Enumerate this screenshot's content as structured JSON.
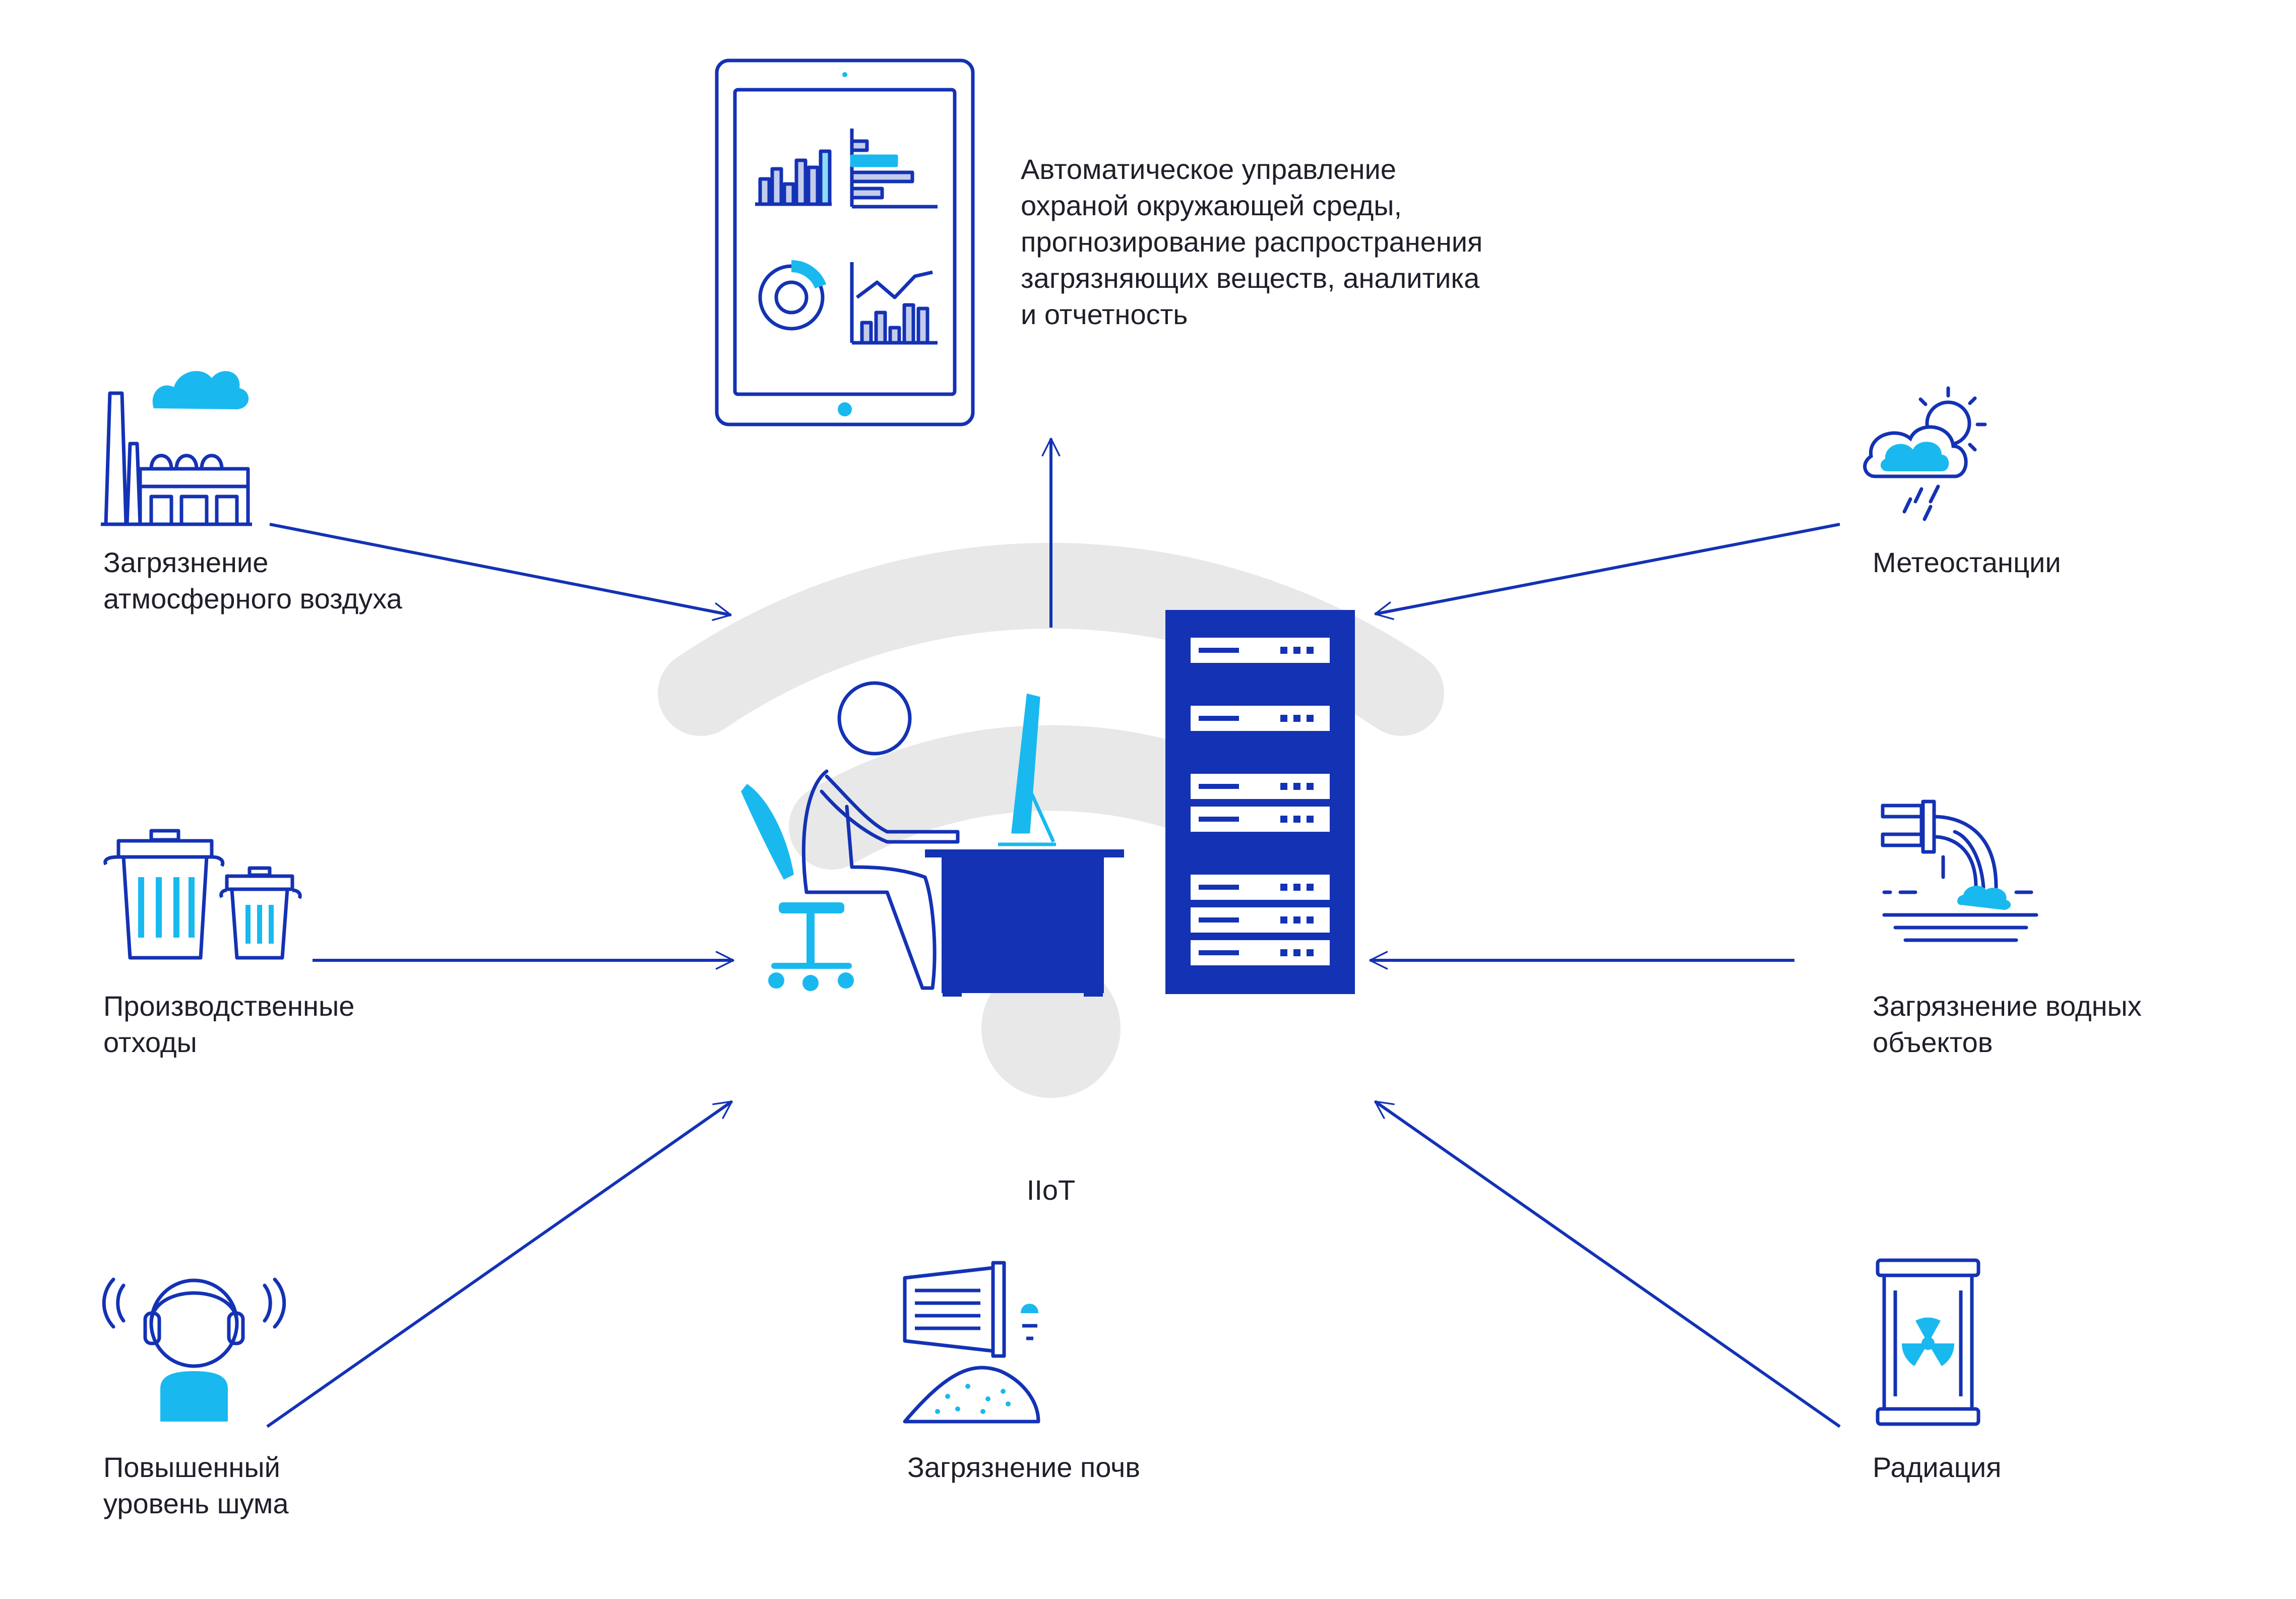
{
  "colors": {
    "primary": "#1432b4",
    "accent": "#19b9f0",
    "wifi": "#e8e8e8",
    "text": "#1f1f2b"
  },
  "center": {
    "label": "IIoT"
  },
  "nodes": {
    "tablet": {
      "icon": "tablet-dashboard-icon",
      "label": "Автоматическое управление\nохраной окружающей среды,\nпрогнозирование распространения\nзагрязняющих веществ, аналитика\nи отчетность"
    },
    "air": {
      "icon": "factory-smoke-icon",
      "label": "Загрязнение\nатмосферного воздуха"
    },
    "waste": {
      "icon": "trash-bins-icon",
      "label": "Производственные\nотходы"
    },
    "noise": {
      "icon": "headphones-person-icon",
      "label": "Повышенный\nуровень шума"
    },
    "soil": {
      "icon": "soil-pile-icon",
      "label": "Загрязнение почв"
    },
    "weather": {
      "icon": "weather-cloud-sun-icon",
      "label": "Метеостанции"
    },
    "water": {
      "icon": "pipe-water-icon",
      "label": "Загрязнение водных\nобъектов"
    },
    "radiation": {
      "icon": "radiation-barrel-icon",
      "label": "Радиация"
    }
  }
}
